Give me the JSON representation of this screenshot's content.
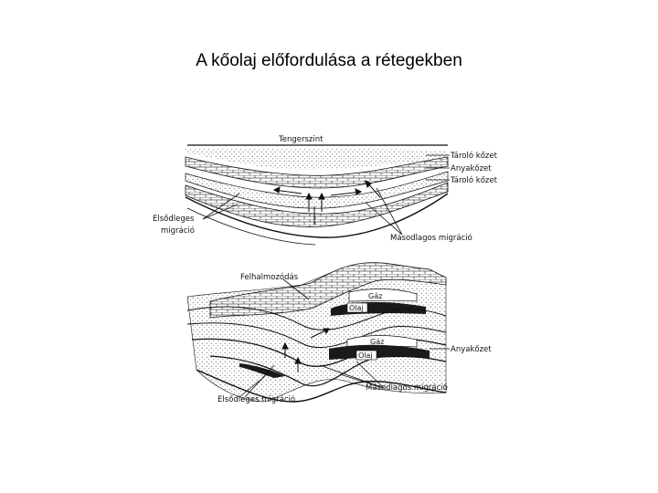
{
  "title": "A kőolaj előfordulása a rétegekben",
  "top_diagram": {
    "sea_level": "Tengerszint",
    "reservoir_upper": "Tároló kőzet",
    "source_rock": "Anyakőzet",
    "reservoir_lower": "Tároló kőzet",
    "primary_line1": "Elsődleges",
    "primary_line2": "migráció",
    "secondary": "Másodlagos  migráció"
  },
  "bottom_diagram": {
    "accumulation": "Felhalmozódás",
    "gas_upper": "Gáz",
    "oil_upper": "Olaj",
    "gas_lower": "Gáz",
    "oil_lower": "Olaj",
    "source_rock": "Anyakőzet",
    "primary": "Elsődleges  migráció",
    "secondary": "Másodlagos  migráció"
  }
}
